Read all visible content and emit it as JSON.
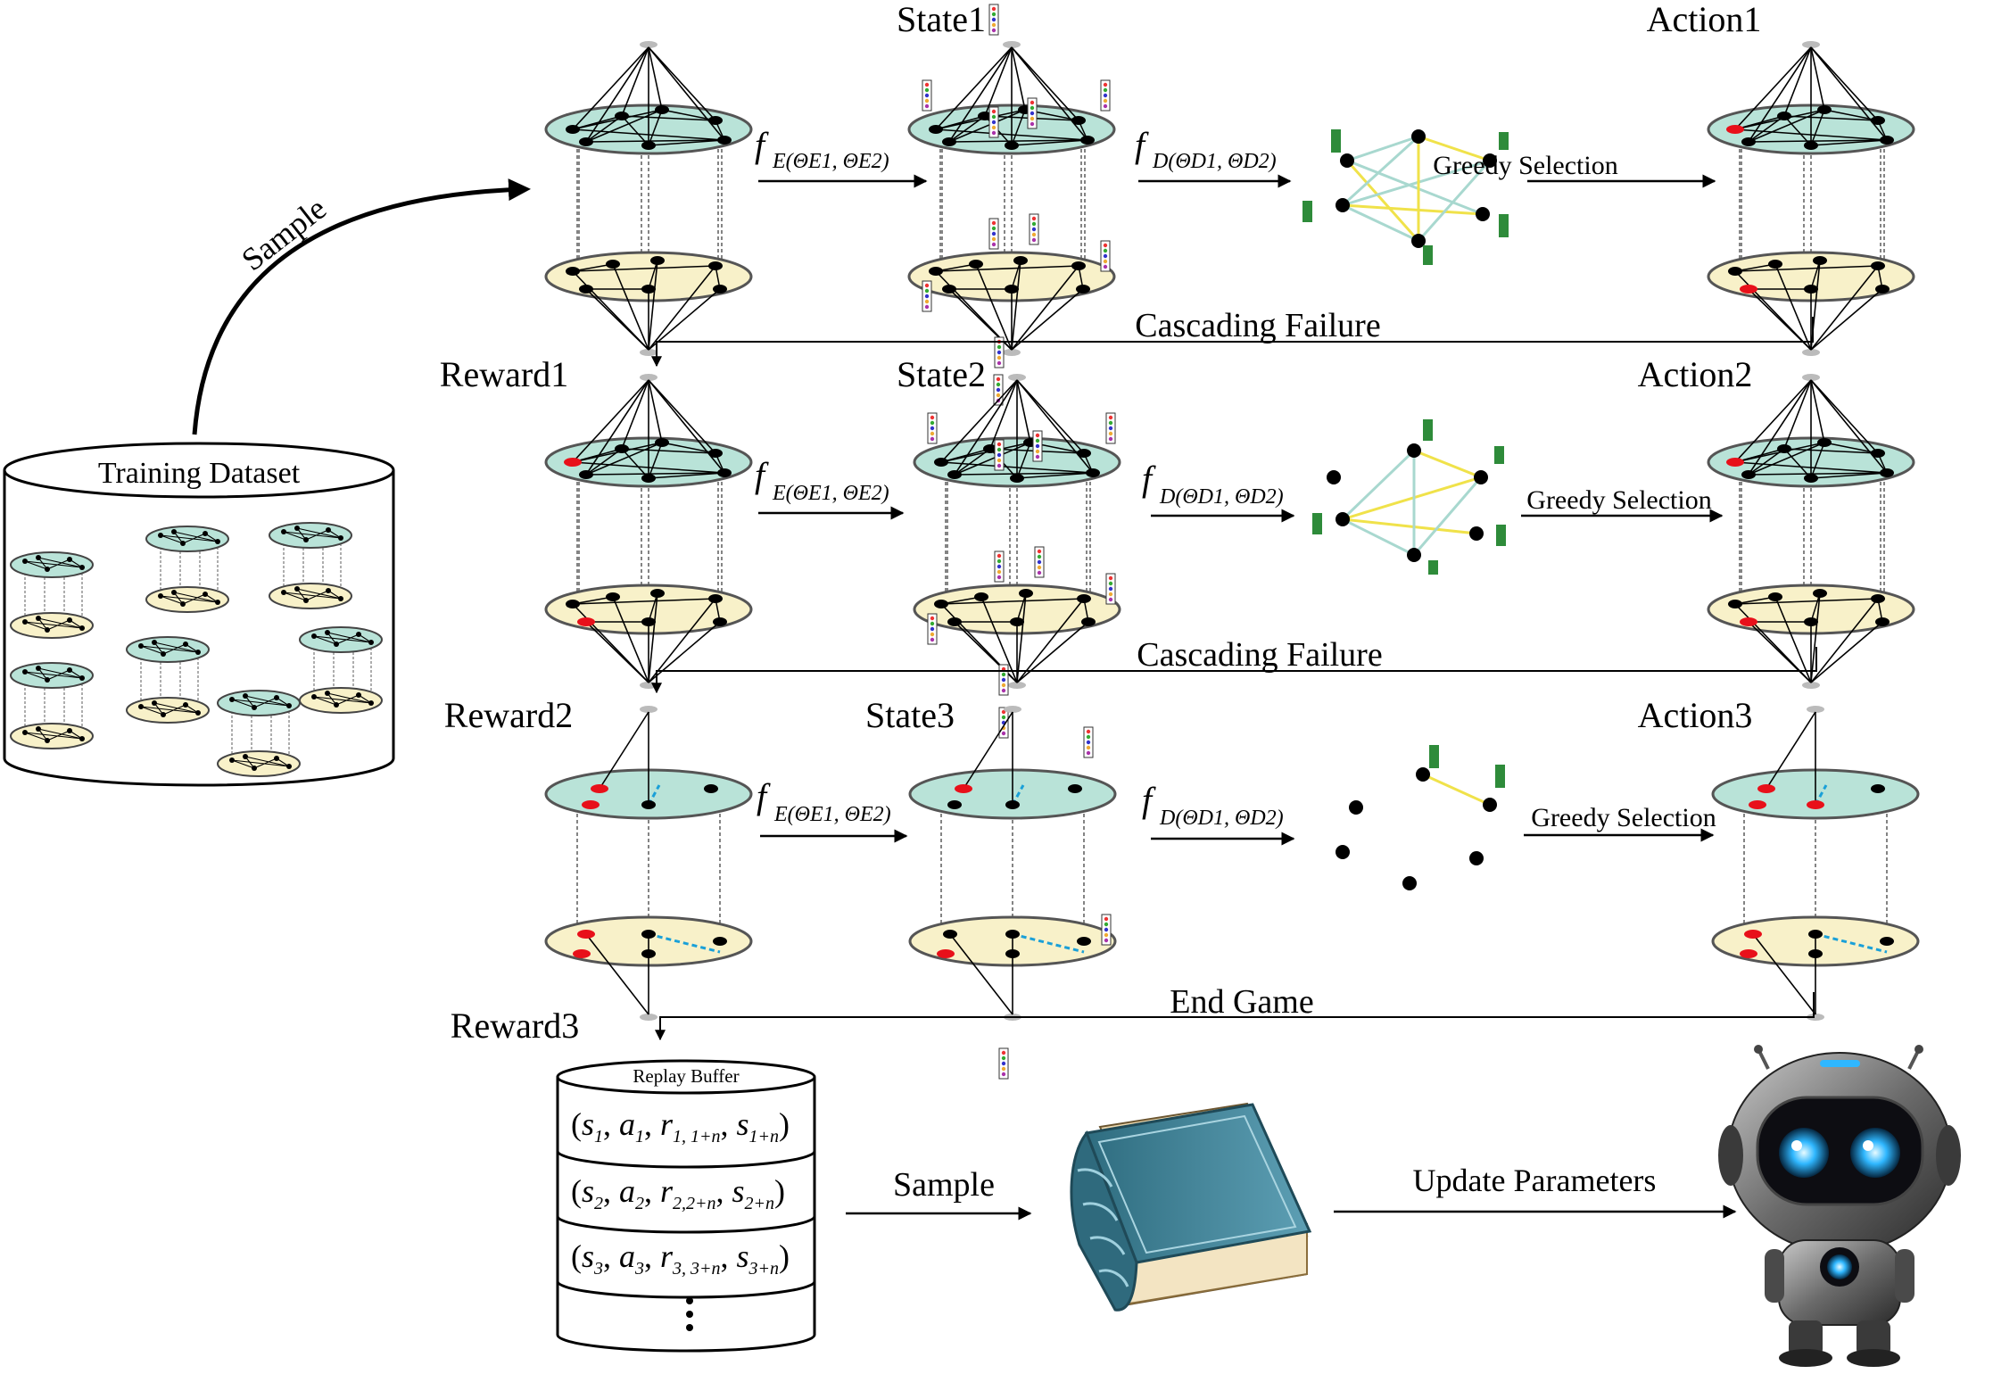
{
  "title_left": {
    "dataset_label": "Training Dataset",
    "sample_label": "Sample"
  },
  "rows": [
    {
      "reward_label": "",
      "state_label": "State1",
      "action_label": "Action1",
      "encoder": "f",
      "encoder_sub": "E(ΘE1, ΘE2)",
      "decoder": "f",
      "decoder_sub": "D(ΘD1, ΘD2)",
      "greedy": "Greedy Selection",
      "transition": "Cascading Failure"
    },
    {
      "reward_label": "Reward1",
      "state_label": "State2",
      "action_label": "Action2",
      "encoder": "f",
      "encoder_sub": "E(ΘE1, ΘE2)",
      "decoder": "f",
      "decoder_sub": "D(ΘD1, ΘD2)",
      "greedy": "Greedy Selection",
      "transition": "Cascading Failure"
    },
    {
      "reward_label": "Reward2",
      "state_label": "State3",
      "action_label": "Action3",
      "encoder": "f",
      "encoder_sub": "E(ΘE1, ΘE2)",
      "decoder": "f",
      "decoder_sub": "D(ΘD1, ΘD2)",
      "greedy": "Greedy Selection",
      "transition": "End Game"
    }
  ],
  "bottom": {
    "reward3_label": "Reward3",
    "buffer_title": "Replay Buffer",
    "buffer_rows": [
      {
        "s": "s",
        "si": "1",
        "a": "a",
        "ai": "1",
        "r": "r",
        "ri": "1, 1+n",
        "s2": "s",
        "s2i": "1+n"
      },
      {
        "s": "s",
        "si": "2",
        "a": "a",
        "ai": "2",
        "r": "r",
        "ri": "2,2+n",
        "s2": "s",
        "s2i": "2+n"
      },
      {
        "s": "s",
        "si": "3",
        "a": "a",
        "ai": "3",
        "r": "r",
        "ri": "3, 3+n",
        "s2": "s",
        "s2i": "3+n"
      }
    ],
    "sample_label": "Sample",
    "update_label": "Update Parameters"
  },
  "colors": {
    "upper_layer": "#b9e3d8",
    "lower_layer": "#f8f1c9",
    "removed_node": "#e8101a",
    "embedding_green": "#2e8b3a",
    "edge_teal": "#a8d8cf",
    "edge_yellow": "#f0e24a",
    "dependency_dash": "#1aa0d8",
    "book_cover": "#4f8fa3",
    "robot_body": "#5a5a5a",
    "robot_eye": "#2fb7ff"
  }
}
